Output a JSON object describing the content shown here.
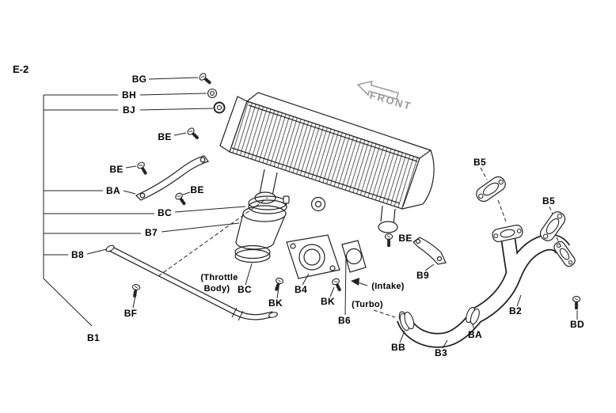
{
  "diagram": {
    "code": "E-2",
    "front_label": "FRONT",
    "colors": {
      "line": "#222222",
      "front_arrow": "#9a9a9a",
      "background": "#ffffff"
    },
    "labels": {
      "bg": "BG",
      "bh": "BH",
      "bj": "BJ",
      "be": "BE",
      "ba": "BA",
      "bc": "BC",
      "b7": "B7",
      "b8": "B8",
      "bf": "BF",
      "b1": "B1",
      "bk": "BK",
      "b4": "B4",
      "b6": "B6",
      "bb": "BB",
      "b3": "B3",
      "b2": "B2",
      "bd": "BD",
      "b9": "B9",
      "b5": "B5",
      "throttle_line1": "(Throttle",
      "throttle_line2": "Body)",
      "intake": "(Intake)",
      "turbo": "(Turbo)"
    }
  }
}
